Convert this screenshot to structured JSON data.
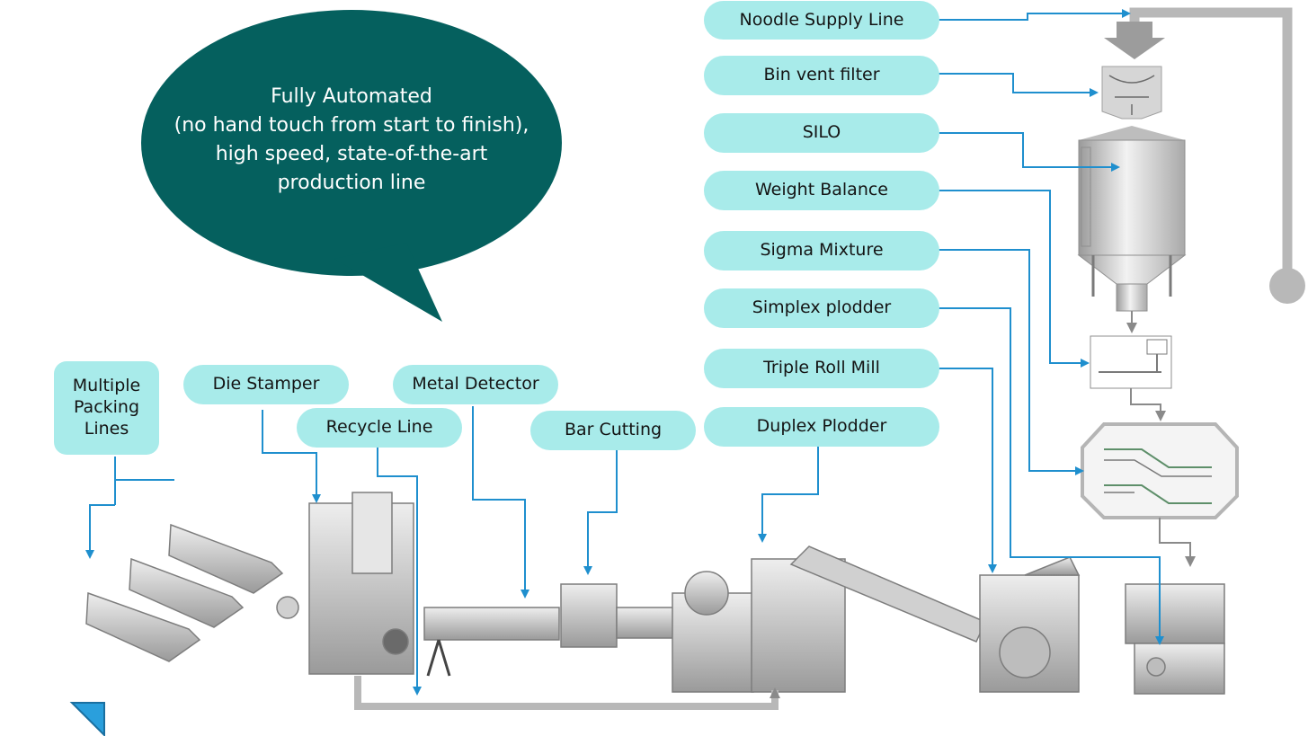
{
  "bubble": {
    "line1": "Fully Automated",
    "line2": "(no hand touch from start to finish),",
    "line3": "high speed, state-of-the-art",
    "line4": "production line",
    "color": "#05605e"
  },
  "labels": {
    "noodle_supply": "Noodle Supply Line",
    "bin_vent_filter": "Bin vent filter",
    "silo": "SILO",
    "weight_balance": "Weight Balance",
    "sigma_mixture": "Sigma Mixture",
    "simplex_plodder": "Simplex plodder",
    "triple_roll_mill": "Triple Roll Mill",
    "duplex_plodder": "Duplex Plodder",
    "multiple_packing_lines": "Multiple Packing Lines",
    "die_stamper": "Die Stamper",
    "recycle_line": "Recycle Line",
    "metal_detector": "Metal Detector",
    "bar_cutting": "Bar Cutting"
  },
  "colors": {
    "pill": "#a8ebea",
    "arrow": "#1f8fce",
    "pipe": "#b8b8b8",
    "corner_marker": "#2a9fdc"
  },
  "icons": {
    "corner": "triangle-marker-icon",
    "flow": "arrow-icon"
  }
}
